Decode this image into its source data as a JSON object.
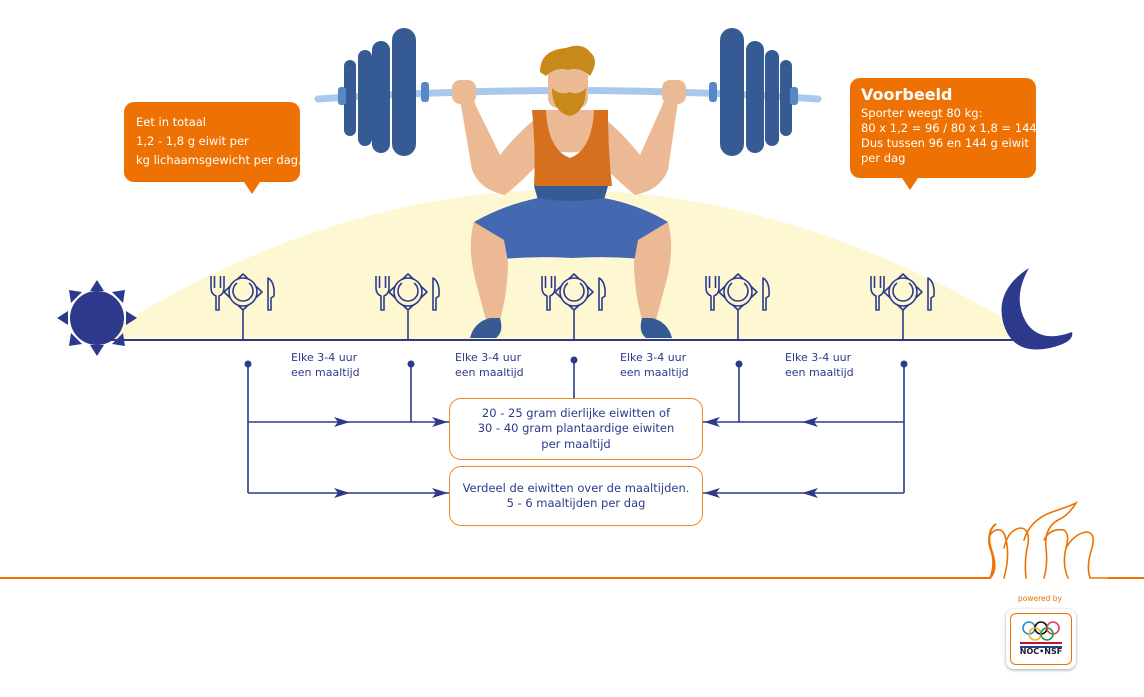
{
  "callouts": {
    "left": {
      "lines": [
        "Eet in totaal",
        "1,2 - 1,8 g eiwit per",
        "kg lichaamsgewicht per dag."
      ]
    },
    "right": {
      "title": "Voorbeeld",
      "lines": [
        "Sporter weegt 80 kg:",
        "80 x 1,2 = 96 /  80 x 1,8 = 144",
        "Dus tussen 96 en 144 g eiwit",
        "per dag"
      ]
    }
  },
  "timeline": {
    "start_icon": "sun-icon",
    "end_icon": "moon-icon",
    "meal_icon": "plate-cutlery-icon",
    "meal_count": 5,
    "intervals": [
      {
        "line1": "Elke 3-4 uur",
        "line2": "een maaltijd"
      },
      {
        "line1": "Elke 3-4 uur",
        "line2": "een maaltijd"
      },
      {
        "line1": "Elke 3-4 uur",
        "line2": "een maaltijd"
      },
      {
        "line1": "Elke 3-4 uur",
        "line2": "een maaltijd"
      }
    ]
  },
  "boxes": {
    "protein": {
      "lines": [
        "20 - 25 gram dierlijke eiwitten of",
        "30 - 40 gram plantaardige eiwiten",
        "per maaltijd"
      ]
    },
    "distribute": {
      "lines": [
        "Verdeel de eiwitten over de maaltijden.",
        "5 - 6 maaltijden per dag"
      ]
    }
  },
  "footer": {
    "powered_by": "powered by",
    "logo_text": "NOC•NSF"
  },
  "colors": {
    "navy": "#2d3a8c",
    "orange": "#ee7203",
    "sky": "#fdf8d2",
    "barbell": "#365a94",
    "bar": "#a9c8ee",
    "skin": "#ecb995",
    "shirt": "#d6701e",
    "shorts": "#4469b0",
    "hair": "#c78a1a"
  }
}
